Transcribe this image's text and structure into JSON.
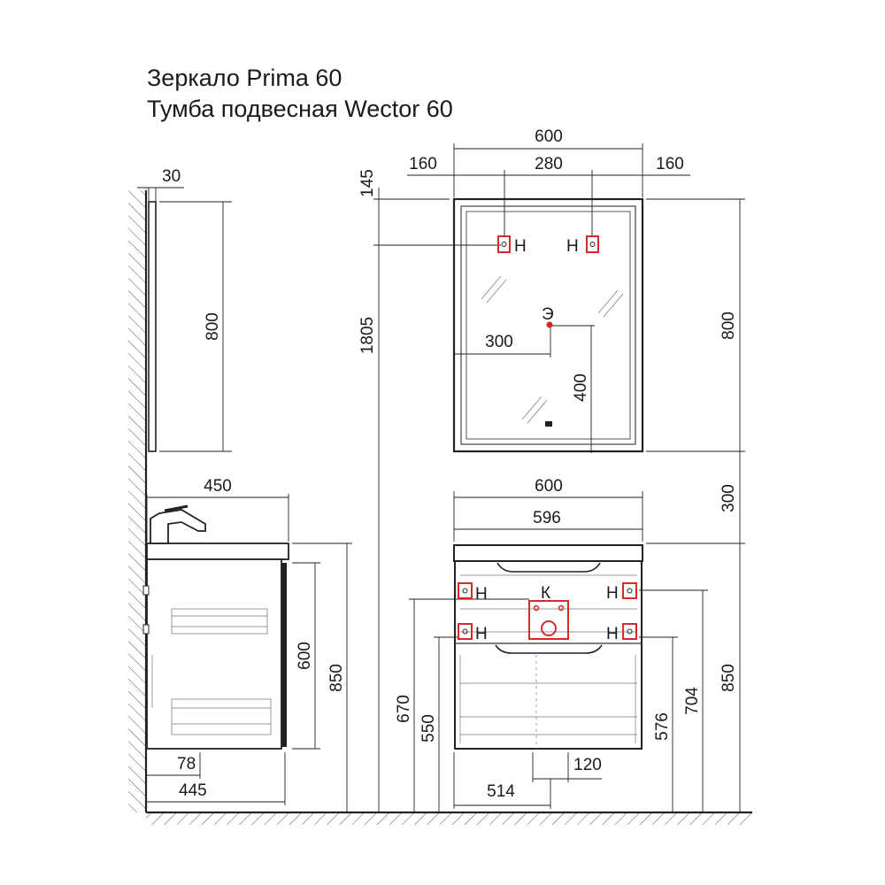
{
  "title": {
    "line1": "Зеркало Prima 60",
    "line2": "Тумба подвесная Wector 60"
  },
  "dimensions": {
    "mirror_depth": "30",
    "mirror_side_height": "800",
    "mirror_total_width": "600",
    "mirror_side_offset_left": "160",
    "mirror_mount_spacing": "280",
    "mirror_side_offset_right": "160",
    "mirror_top_to_mount": "145",
    "mirror_mount_height_floor": "1805",
    "mirror_socket_horizontal": "300",
    "mirror_socket_vertical": "400",
    "mirror_front_height": "800",
    "cabinet_gap_to_mirror": "300",
    "cabinet_depth_top": "450",
    "cabinet_side_height": "600",
    "cabinet_side_floor_height": "850",
    "cabinet_wall_offset": "78",
    "cabinet_depth_bottom": "445",
    "cabinet_total_width": "600",
    "cabinet_body_width": "596",
    "drain_height": "670",
    "lower_mount_height": "550",
    "upper_mount_height": "704",
    "socket_height": "576",
    "cabinet_front_floor_height": "850",
    "drain_offset_left": "514",
    "drain_width": "120"
  },
  "markers": {
    "mount": "Н",
    "electric": "Э",
    "sewer": "К"
  },
  "colors": {
    "line": "#222222",
    "marker": "#d42a2a"
  }
}
